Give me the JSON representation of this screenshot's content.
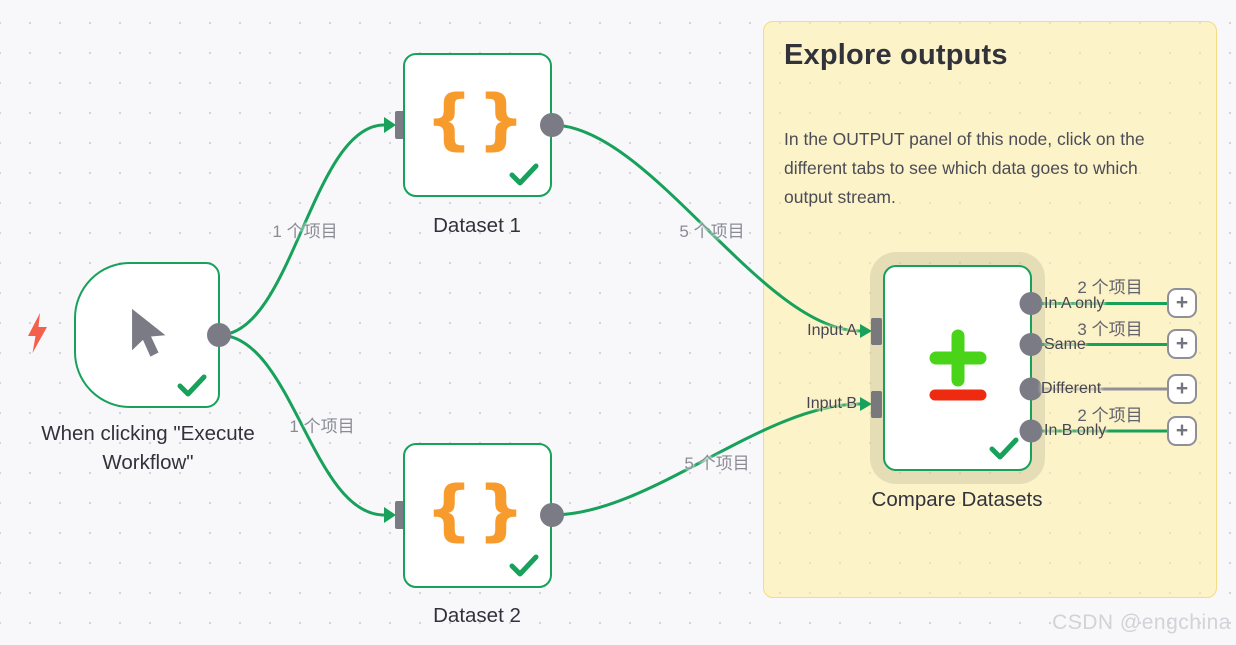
{
  "sticky_note": {
    "title": "Explore outputs",
    "body": "In the OUTPUT panel of this node, click on the different tabs to see which data goes to which output stream."
  },
  "nodes": {
    "trigger": {
      "label": "When clicking \"Execute Workflow\""
    },
    "dataset1": {
      "label": "Dataset 1",
      "icon_glyph": "{}"
    },
    "dataset2": {
      "label": "Dataset 2",
      "icon_glyph": "{}"
    },
    "compare": {
      "label": "Compare Datasets",
      "input_a": "Input A",
      "input_b": "Input B",
      "outputs": [
        {
          "label": "In A only",
          "count": "2 个项目"
        },
        {
          "label": "Same",
          "count": "3 个项目"
        },
        {
          "label": "Different",
          "count": ""
        },
        {
          "label": "In B only",
          "count": "2 个项目"
        }
      ]
    }
  },
  "edge_labels": {
    "trigger_to_dataset1": "1 个项目",
    "trigger_to_dataset2": "1 个项目",
    "dataset1_to_compare": "5 个项目",
    "dataset2_to_compare": "5 个项目"
  },
  "icons": {
    "add_glyph": "+"
  },
  "colors": {
    "edge_green": "#17a15b",
    "edge_gray": "#90909a",
    "connector_gray": "#7b7b86",
    "braces_orange": "#f89b2d",
    "plus_lime": "#49d41a",
    "minus_red": "#ee2b10",
    "bolt_coral": "#f4604b",
    "sticky_yellow": "#fdf1c9"
  },
  "watermark": "CSDN @engchina"
}
